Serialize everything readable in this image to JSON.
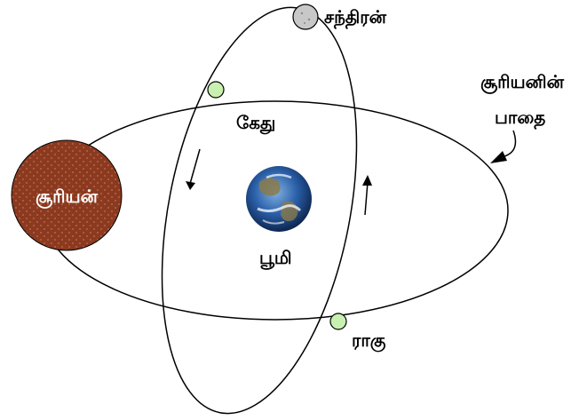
{
  "labels": {
    "moon": "சந்திரன்",
    "ketu": "கேது",
    "earth": "பூமி",
    "rahu": "ராகு",
    "sun": "சூரியன்",
    "sun_path_line1": "சூரியனின்",
    "sun_path_line2": "பாதை"
  },
  "colors": {
    "sun_fill": "#8b3a1f",
    "sun_dots": "#c0705a",
    "moon_fill": "#c8c8c8",
    "node_fill": "#c8f0b0",
    "orbit_stroke": "#000000",
    "earth_ocean": "#2a5fa8",
    "earth_land": "#8a7a4a",
    "earth_cloud": "#ffffff"
  },
  "icons": {
    "earth": "earth-globe-icon",
    "sun": "sun-disc-icon",
    "moon": "moon-disc-icon"
  }
}
